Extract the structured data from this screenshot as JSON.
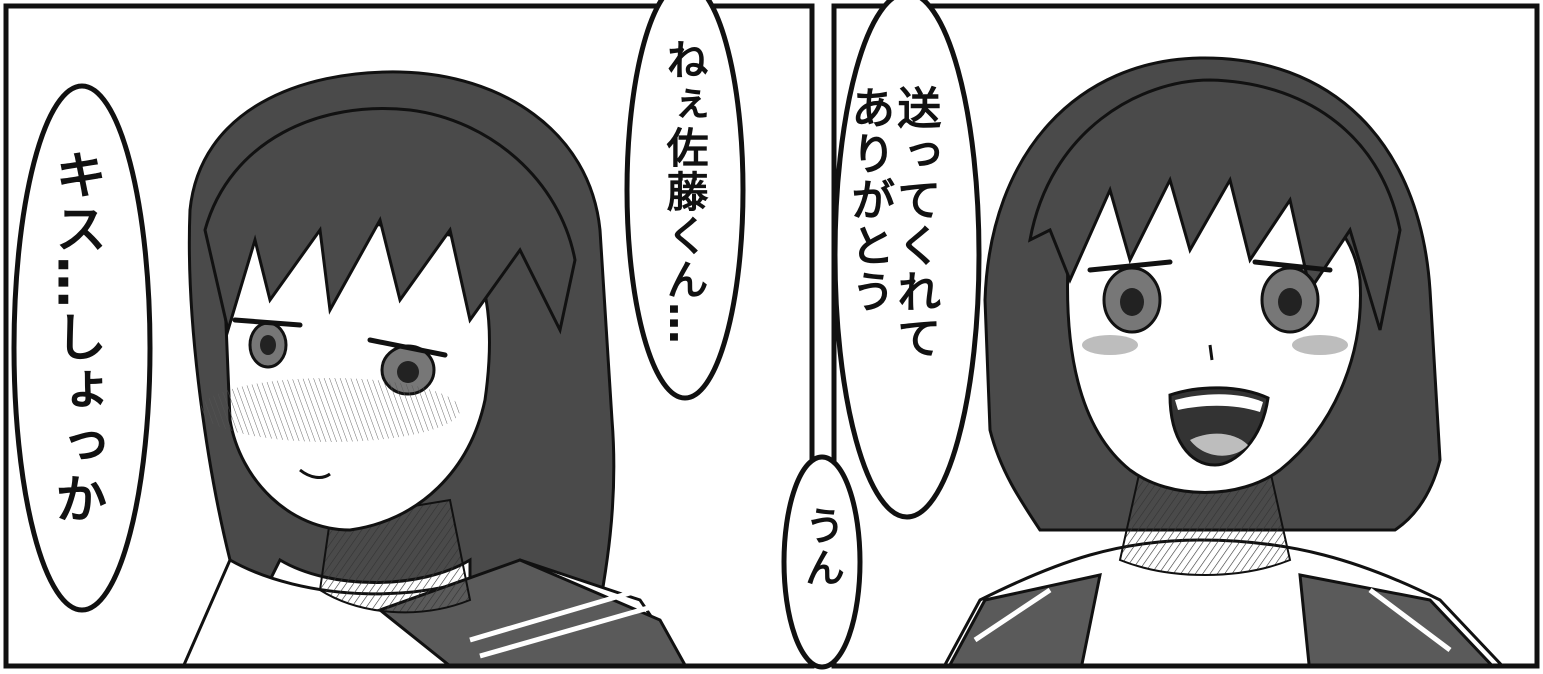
{
  "panels": [
    {
      "id": "left",
      "bubbles": [
        {
          "id": "kiss",
          "text": "キス…しょっか"
        },
        {
          "id": "nee",
          "text": "ねぇ佐藤くん…"
        }
      ]
    },
    {
      "id": "right",
      "bubbles": [
        {
          "id": "thanks",
          "text": "送ってくれて\nありがとう"
        },
        {
          "id": "un",
          "text": "うん"
        }
      ]
    }
  ],
  "colors": {
    "ink": "#111111",
    "hair": "#4a4a4a",
    "hair_dark": "#2e2e2e",
    "skin": "#ffffff",
    "blush": "#bdbdbd",
    "collar": "#5a5a5a"
  }
}
